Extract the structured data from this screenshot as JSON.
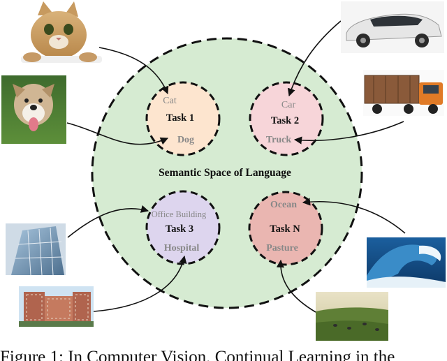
{
  "diagram": {
    "center_label": "Semantic Space of Language",
    "tasks": [
      {
        "name": "Task 1",
        "top_label": "Cat",
        "bottom_label": "Dog",
        "fill": "#fde5cf"
      },
      {
        "name": "Task 2",
        "top_label": "Car",
        "bottom_label": "Truck",
        "fill": "#f7d5d9"
      },
      {
        "name": "Task 3",
        "top_label": "Office Building",
        "bottom_label": "Hospital",
        "fill": "#ddd5ee"
      },
      {
        "name": "Task N",
        "top_label": "Ocean",
        "bottom_label": "Pasture",
        "fill": "#eab6b1"
      }
    ],
    "images": [
      {
        "icon": "cat-photo-icon"
      },
      {
        "icon": "dog-photo-icon"
      },
      {
        "icon": "car-photo-icon"
      },
      {
        "icon": "truck-photo-icon"
      },
      {
        "icon": "office-building-photo-icon"
      },
      {
        "icon": "hospital-photo-icon"
      },
      {
        "icon": "ocean-wave-photo-icon"
      },
      {
        "icon": "pasture-photo-icon"
      }
    ],
    "colors": {
      "space_fill": "#d6ebd2",
      "border": "#111111",
      "label_gray": "#888888"
    }
  },
  "caption": "Figure 1: In Computer Vision, Continual Learning in the"
}
